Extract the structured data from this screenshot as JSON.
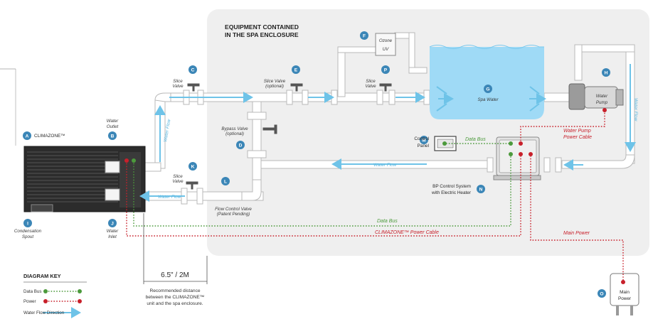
{
  "title_line1": "EQUIPMENT CONTAINED",
  "title_line2": "IN THE SPA ENCLOSURE",
  "colors": {
    "pipe_fill": "#ffffff",
    "pipe_stroke": "#b5b5b5",
    "enclosure": "#efefef",
    "badge": "#3b86b7",
    "water": "#9fdaf6",
    "flow": "#6ec3e8",
    "data_bus": "#4c9a3c",
    "power": "#c8202b"
  },
  "badges": {
    "A": "A",
    "B": "B",
    "C": "C",
    "D": "D",
    "E": "E",
    "F": "F",
    "G": "G",
    "H": "H",
    "I": "I",
    "J": "J",
    "K": "K",
    "L": "L",
    "M": "M",
    "N": "N",
    "O": "O",
    "P": "P"
  },
  "labels": {
    "climazone": "CLIMAZONE™",
    "water_outlet_1": "Water",
    "water_outlet_2": "Outlet",
    "water_inlet_1": "Water",
    "water_inlet_2": "Inlet",
    "condensation_1": "Condensation",
    "condensation_2": "Spout",
    "slice_valve_c_1": "Slice",
    "slice_valve_c_2": "Valve",
    "slice_valve_e_1": "Slice Valve",
    "slice_valve_e_2": "(optional)",
    "slice_valve_p_1": "Slice",
    "slice_valve_p_2": "Valve",
    "slice_valve_k_1": "Slice",
    "slice_valve_k_2": "Valve",
    "bypass_1": "Bypass Valve",
    "bypass_2": "(optional)",
    "flow_control_1": "Flow Control Valve",
    "flow_control_2": "(Patent Pending)",
    "ozone_1": "Ozone",
    "ozone_2": "UV",
    "spa_water": "Spa Water",
    "water_pump_1": "Water",
    "water_pump_2": "Pump",
    "control_panel_1": "Control",
    "control_panel_2": "Panel",
    "bp_control_1": "BP Control System",
    "bp_control_2": "with Electric Heater",
    "main_power_1": "Main",
    "main_power_2": "Power"
  },
  "line_labels": {
    "water_flow": "Water Flow",
    "data_bus": "Data Bus",
    "climazone_power": "CLIMAZONE™ Power Cable",
    "main_power": "Main Power",
    "pump_power_1": "Water Pump",
    "pump_power_2": "Power Cable"
  },
  "dimension": {
    "value": "6.5\" / 2M",
    "note_1": "Recommended distance",
    "note_2": "between the CLIMAZONE™",
    "note_3": "unit and the spa enclosure."
  },
  "key": {
    "heading": "DIAGRAM KEY",
    "data_bus": "Data Bus",
    "power": "Power",
    "water_flow": "Water Flow Direction"
  }
}
